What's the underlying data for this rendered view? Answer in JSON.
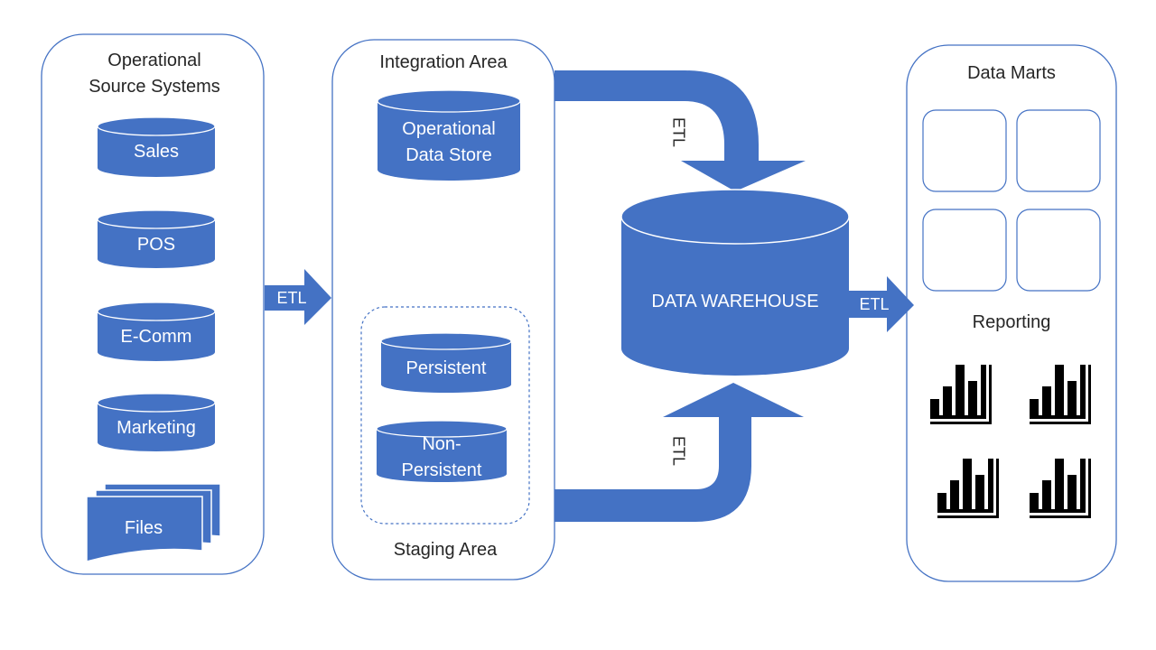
{
  "colors": {
    "accent": "#4472c4",
    "panel_border": "#4472c4",
    "panel_fill": "#ffffff",
    "icon": "#000000",
    "text_dark": "#262626",
    "text_light": "#ffffff"
  },
  "source": {
    "title": "Operational Source Systems",
    "items": [
      "Sales",
      "POS",
      "E-Comm",
      "Marketing"
    ],
    "files_label": "Files"
  },
  "integration": {
    "title": "Integration Area",
    "ods_label": "Operational Data Store",
    "staging": {
      "title": "Staging Area",
      "items": [
        "Persistent",
        "Non-Persistent"
      ]
    }
  },
  "warehouse": {
    "label": "DATA WAREHOUSE"
  },
  "marts": {
    "title": "Data Marts",
    "tile_count": 4,
    "reporting_title": "Reporting",
    "report_icon": "bar-chart-icon",
    "report_icon_count": 4
  },
  "flows": {
    "source_to_integration": "ETL",
    "ods_to_warehouse": "ETL",
    "staging_to_warehouse": "ETL",
    "warehouse_to_marts": "ETL"
  }
}
